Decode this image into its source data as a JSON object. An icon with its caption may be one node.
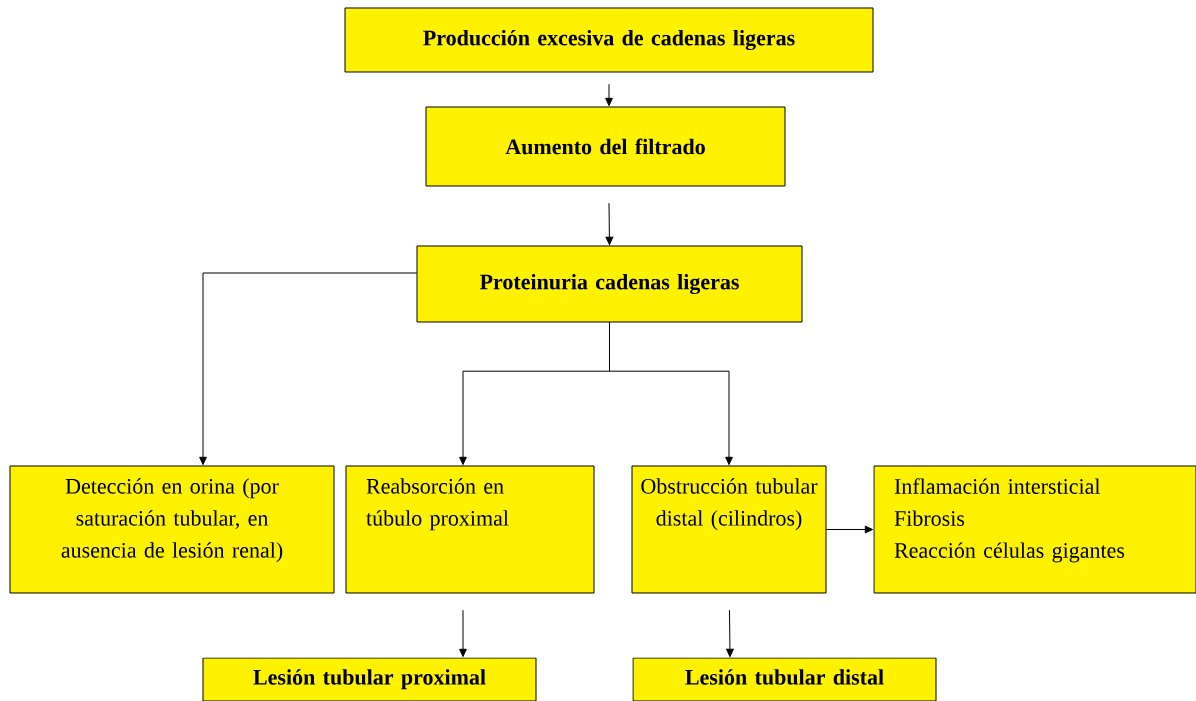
{
  "diagram": {
    "nodes": [
      {
        "text": [
          "Producción excesiva de cadenas ligeras"
        ]
      },
      {
        "text": [
          "Aumento del filtrado"
        ]
      },
      {
        "text": [
          "Proteinuria cadenas ligeras"
        ]
      },
      {
        "text": [
          "Detección en orina (por saturación tubular, en ausencia de lesión renal)"
        ]
      },
      {
        "text": [
          "Reabsorción en túbulo proximal"
        ]
      },
      {
        "text": [
          "Obstrucción tubular distal (cilindros)"
        ]
      },
      {
        "text": [
          "Inflamación intersticial",
          "Fibrosis",
          "Reacción células gigantes"
        ]
      },
      {
        "text": [
          "Lesión tubular proximal"
        ]
      },
      {
        "text": [
          "Lesión tubular distal"
        ]
      }
    ],
    "edges": [
      {
        "from": 0,
        "to": 1,
        "arrow": "to"
      },
      {
        "from": 1,
        "to": 2,
        "arrow": "to"
      },
      {
        "from": 2,
        "to": 3,
        "arrow": "to"
      },
      {
        "from": 2,
        "to": 4,
        "arrow": "to"
      },
      {
        "from": 2,
        "to": 5,
        "arrow": "to"
      },
      {
        "from": 5,
        "to": 6,
        "arrow": "to"
      },
      {
        "from": 4,
        "to": 7,
        "arrow": "to"
      },
      {
        "from": 5,
        "to": 8,
        "arrow": "to"
      }
    ]
  }
}
